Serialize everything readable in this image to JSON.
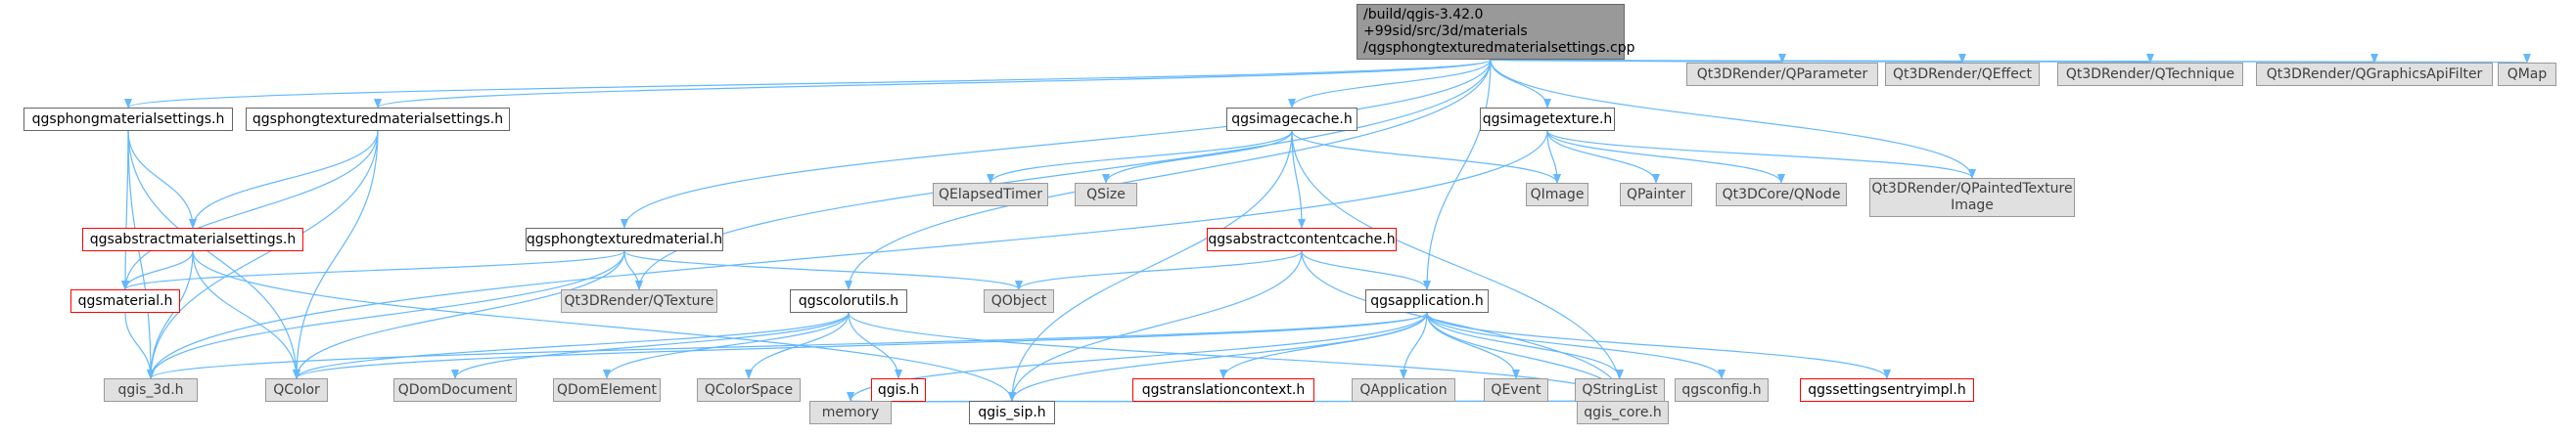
{
  "colors": {
    "edge": "#63b8ff",
    "border": "#666666",
    "error_border": "#ff0000",
    "external_fill": "#e0e0e0",
    "root_fill": "#999999"
  },
  "graph": {
    "root": {
      "id": "root",
      "label": "/build/qgis-3.42.0\n+99sid/src/3d/materials\n/qgsphongtexturedmaterialsettings.cpp"
    },
    "nodes": [
      {
        "id": "qgsphongmaterialsettings",
        "label": "qgsphongmaterialsettings.h",
        "style": "white"
      },
      {
        "id": "qgsphongtexturedmaterialsettings",
        "label": "qgsphongtexturedmaterialsettings.h",
        "style": "white"
      },
      {
        "id": "qgsabstractmaterialsettings",
        "label": "qgsabstractmaterialsettings.h",
        "style": "red"
      },
      {
        "id": "qgsmaterial",
        "label": "qgsmaterial.h",
        "style": "red"
      },
      {
        "id": "qgis_3d",
        "label": "qgis_3d.h",
        "style": "gray"
      },
      {
        "id": "QColor",
        "label": "QColor",
        "style": "gray"
      },
      {
        "id": "qgsphongtexturedmaterial",
        "label": "qgsphongtexturedmaterial.h",
        "style": "white"
      },
      {
        "id": "QTexture",
        "label": "Qt3DRender/QTexture",
        "style": "gray"
      },
      {
        "id": "qgscolorutils",
        "label": "qgscolorutils.h",
        "style": "white"
      },
      {
        "id": "QDomDocument",
        "label": "QDomDocument",
        "style": "gray"
      },
      {
        "id": "QDomElement",
        "label": "QDomElement",
        "style": "gray"
      },
      {
        "id": "QColorSpace",
        "label": "QColorSpace",
        "style": "gray"
      },
      {
        "id": "qgis",
        "label": "qgis.h",
        "style": "red"
      },
      {
        "id": "memory",
        "label": "memory",
        "style": "gray"
      },
      {
        "id": "qgis_sip",
        "label": "qgis_sip.h",
        "style": "white"
      },
      {
        "id": "qgsimagecache",
        "label": "qgsimagecache.h",
        "style": "white"
      },
      {
        "id": "QElapsedTimer",
        "label": "QElapsedTimer",
        "style": "gray"
      },
      {
        "id": "QSize",
        "label": "QSize",
        "style": "gray"
      },
      {
        "id": "qgsabstractcontentcache",
        "label": "qgsabstractcontentcache.h",
        "style": "red"
      },
      {
        "id": "QObject",
        "label": "QObject",
        "style": "gray"
      },
      {
        "id": "qgsapplication",
        "label": "qgsapplication.h",
        "style": "white"
      },
      {
        "id": "qgstranslationcontext",
        "label": "qgstranslationcontext.h",
        "style": "red"
      },
      {
        "id": "QApplication",
        "label": "QApplication",
        "style": "gray"
      },
      {
        "id": "QEvent",
        "label": "QEvent",
        "style": "gray"
      },
      {
        "id": "QStringList",
        "label": "QStringList",
        "style": "gray"
      },
      {
        "id": "qgsconfig",
        "label": "qgsconfig.h",
        "style": "gray"
      },
      {
        "id": "qgssettingsentryimpl",
        "label": "qgssettingsentryimpl.h",
        "style": "red"
      },
      {
        "id": "qgis_core",
        "label": "qgis_core.h",
        "style": "gray"
      },
      {
        "id": "qgsimagetexture",
        "label": "qgsimagetexture.h",
        "style": "white"
      },
      {
        "id": "QImage",
        "label": "QImage",
        "style": "gray"
      },
      {
        "id": "QPainter",
        "label": "QPainter",
        "style": "gray"
      },
      {
        "id": "QNode",
        "label": "Qt3DCore/QNode",
        "style": "gray"
      },
      {
        "id": "QPaintedTextureImage",
        "label": "Qt3DRender/QPaintedTexture\nImage",
        "style": "gray"
      },
      {
        "id": "QParameter",
        "label": "Qt3DRender/QParameter",
        "style": "gray"
      },
      {
        "id": "QEffect",
        "label": "Qt3DRender/QEffect",
        "style": "gray"
      },
      {
        "id": "QTechnique",
        "label": "Qt3DRender/QTechnique",
        "style": "gray"
      },
      {
        "id": "QGraphicsApiFilter",
        "label": "Qt3DRender/QGraphicsApiFilter",
        "style": "gray"
      },
      {
        "id": "QMap",
        "label": "QMap",
        "style": "gray"
      }
    ],
    "edges": [
      [
        "root",
        "qgsphongmaterialsettings"
      ],
      [
        "root",
        "qgsphongtexturedmaterialsettings"
      ],
      [
        "root",
        "qgsphongtexturedmaterial"
      ],
      [
        "root",
        "QTexture"
      ],
      [
        "root",
        "qgscolorutils"
      ],
      [
        "root",
        "qgsimagecache"
      ],
      [
        "root",
        "qgsapplication"
      ],
      [
        "root",
        "qgsimagetexture"
      ],
      [
        "root",
        "QPaintedTextureImage"
      ],
      [
        "root",
        "QParameter"
      ],
      [
        "root",
        "QEffect"
      ],
      [
        "root",
        "QTechnique"
      ],
      [
        "root",
        "QGraphicsApiFilter"
      ],
      [
        "root",
        "QMap"
      ],
      [
        "qgsphongmaterialsettings",
        "qgsabstractmaterialsettings"
      ],
      [
        "qgsphongmaterialsettings",
        "qgsmaterial"
      ],
      [
        "qgsphongmaterialsettings",
        "qgis_3d"
      ],
      [
        "qgsphongmaterialsettings",
        "QColor"
      ],
      [
        "qgsphongtexturedmaterialsettings",
        "qgsabstractmaterialsettings"
      ],
      [
        "qgsphongtexturedmaterialsettings",
        "qgsmaterial"
      ],
      [
        "qgsphongtexturedmaterialsettings",
        "qgis_3d"
      ],
      [
        "qgsphongtexturedmaterialsettings",
        "QColor"
      ],
      [
        "qgsabstractmaterialsettings",
        "qgsmaterial"
      ],
      [
        "qgsabstractmaterialsettings",
        "qgis_3d"
      ],
      [
        "qgsabstractmaterialsettings",
        "QColor"
      ],
      [
        "qgsabstractmaterialsettings",
        "qgis_sip"
      ],
      [
        "qgsmaterial",
        "qgis_3d"
      ],
      [
        "qgsphongtexturedmaterial",
        "qgsmaterial"
      ],
      [
        "qgsphongtexturedmaterial",
        "qgis_3d"
      ],
      [
        "qgsphongtexturedmaterial",
        "QTexture"
      ],
      [
        "qgsphongtexturedmaterial",
        "QObject"
      ],
      [
        "qgsphongtexturedmaterial",
        "QColor"
      ],
      [
        "qgscolorutils",
        "qgis_core"
      ],
      [
        "qgscolorutils",
        "qgis"
      ],
      [
        "qgscolorutils",
        "QColor"
      ],
      [
        "qgscolorutils",
        "QDomDocument"
      ],
      [
        "qgscolorutils",
        "QDomElement"
      ],
      [
        "qgscolorutils",
        "QColorSpace"
      ],
      [
        "qgis",
        "memory"
      ],
      [
        "qgis",
        "qgis_sip"
      ],
      [
        "qgis",
        "qgis_core"
      ],
      [
        "qgsimagecache",
        "qgis_sip"
      ],
      [
        "qgsimagecache",
        "qgsabstractcontentcache"
      ],
      [
        "qgsimagecache",
        "QElapsedTimer"
      ],
      [
        "qgsimagecache",
        "QSize"
      ],
      [
        "qgsimagecache",
        "QImage"
      ],
      [
        "qgsimagecache",
        "qgis_core"
      ],
      [
        "qgsabstractcontentcache",
        "qgis_sip"
      ],
      [
        "qgsabstractcontentcache",
        "qgsapplication"
      ],
      [
        "qgsabstractcontentcache",
        "QObject"
      ],
      [
        "qgsabstractcontentcache",
        "qgis_core"
      ],
      [
        "qgsapplication",
        "qgis_core"
      ],
      [
        "qgsapplication",
        "QApplication"
      ],
      [
        "qgsapplication",
        "QEvent"
      ],
      [
        "qgsapplication",
        "QStringList"
      ],
      [
        "qgsapplication",
        "QColor"
      ],
      [
        "qgsapplication",
        "qgsconfig"
      ],
      [
        "qgsapplication",
        "qgstranslationcontext"
      ],
      [
        "qgsapplication",
        "qgssettingsentryimpl"
      ],
      [
        "qgsapplication",
        "memory"
      ],
      [
        "qgsapplication",
        "qgis_sip"
      ],
      [
        "qgsapplication",
        "qgis_3d"
      ],
      [
        "qgstranslationcontext",
        "qgis_core"
      ],
      [
        "qgstranslationcontext",
        "qgis_sip"
      ],
      [
        "qgsimagetexture",
        "QImage"
      ],
      [
        "qgsimagetexture",
        "QPainter"
      ],
      [
        "qgsimagetexture",
        "QNode"
      ],
      [
        "qgsimagetexture",
        "QPaintedTextureImage"
      ],
      [
        "qgsimagetexture",
        "qgis_3d"
      ]
    ]
  }
}
